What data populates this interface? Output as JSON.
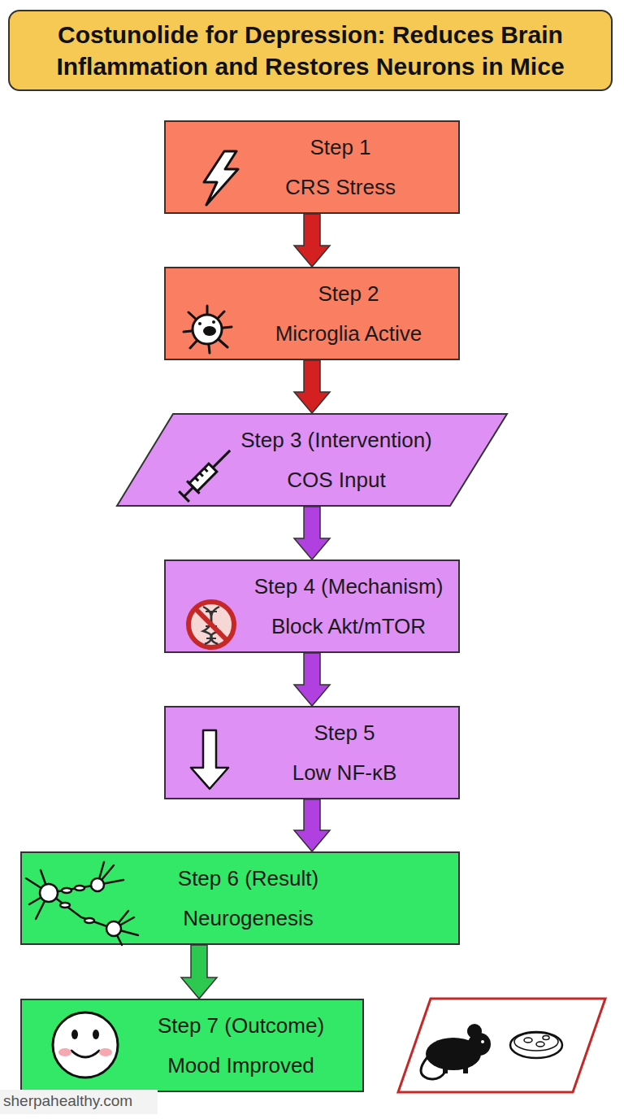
{
  "diagram": {
    "title": "Costunolide for Depression: Reduces Brain Inflammation and Restores Neurons in Mice",
    "nodes": [
      {
        "text": [
          "Step 1",
          "CRS Stress"
        ]
      },
      {
        "text": [
          "Step 2",
          "Microglia Active"
        ]
      },
      {
        "text": [
          "Step 3 (Intervention)",
          "COS Input"
        ]
      },
      {
        "text": [
          "Step 4 (Mechanism)",
          "Block Akt/mTOR"
        ]
      },
      {
        "text": [
          "Step 5",
          "Low NF-κB"
        ]
      },
      {
        "text": [
          "Step 6 (Result)",
          "Neurogenesis"
        ]
      },
      {
        "text": [
          "Step 7 (Outcome)",
          "Mood Improved"
        ]
      }
    ],
    "edges": [
      {
        "from": 0,
        "to": 1,
        "arrow": "to"
      },
      {
        "from": 1,
        "to": 2,
        "arrow": "to"
      },
      {
        "from": 2,
        "to": 3,
        "arrow": "to"
      },
      {
        "from": 3,
        "to": 4,
        "arrow": "to"
      },
      {
        "from": 4,
        "to": 5,
        "arrow": "to"
      },
      {
        "from": 5,
        "to": 6,
        "arrow": "to"
      }
    ],
    "labels": [
      "sherpahealthy.com"
    ]
  }
}
